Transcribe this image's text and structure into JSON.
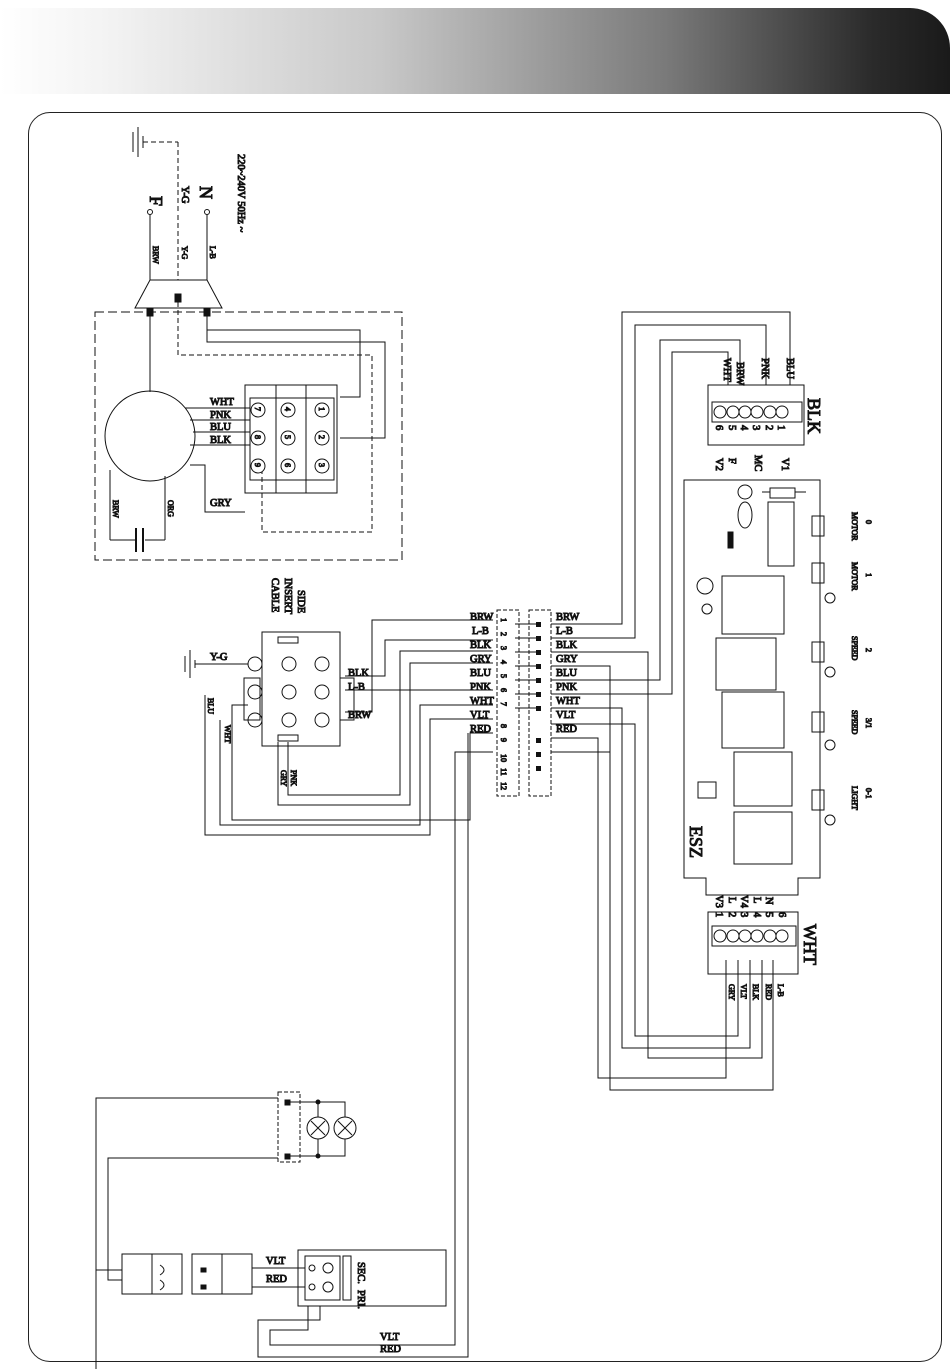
{
  "power": {
    "phase": "F",
    "neutral": "N",
    "earth": "Y-G",
    "voltage": "220~240V 50Hz ~"
  },
  "supply_wires": {
    "brw": "BRW",
    "yg": "Y-G",
    "lb": "L-B"
  },
  "motor": {
    "wires": [
      "WHT",
      "PNK",
      "BLU",
      "BLK"
    ],
    "gry": "GRY",
    "brw": "BRW",
    "org": "ORG",
    "pins": [
      "1",
      "2",
      "3",
      "4",
      "5",
      "6",
      "7",
      "8",
      "9"
    ]
  },
  "side_cable": {
    "title": [
      "SIDE",
      "INSERT",
      "CABLE"
    ],
    "earth": "Y-G",
    "blk": "BLK",
    "lb": "L-B",
    "brw": "BRW",
    "blu": "BLU",
    "wht": "WHT",
    "pnk": "PNK",
    "gry": "GRY"
  },
  "terminal_left": {
    "labels": [
      "BRW",
      "L-B",
      "BLK",
      "GRY",
      "BLU",
      "PNK",
      "WHT",
      "VLT",
      "RED"
    ],
    "numbers": [
      "1",
      "2",
      "3",
      "4",
      "5",
      "6",
      "7",
      "8",
      "9",
      "10",
      "11",
      "12"
    ]
  },
  "terminal_right": {
    "labels": [
      "BRW",
      "L-B",
      "BLK",
      "GRY",
      "BLU",
      "PNK",
      "WHT",
      "VLT",
      "RED"
    ]
  },
  "blk_connector": {
    "title": "BLK",
    "wires": [
      "WHT",
      "BRW",
      "PNK",
      "BLU"
    ],
    "pins": [
      "6",
      "5",
      "4",
      "3",
      "2",
      "1"
    ],
    "signals": [
      "V2",
      "F",
      "MC",
      "V1"
    ]
  },
  "wht_connector": {
    "title": "WHT",
    "wires": [
      "GRY",
      "VLT",
      "BLK",
      "RED",
      "L-B"
    ],
    "pins": [
      "1",
      "2",
      "3",
      "4",
      "5",
      "6"
    ],
    "signals": [
      "V3",
      "L",
      "V4",
      "L",
      "N"
    ]
  },
  "board": {
    "name": "ESZ"
  },
  "buttons": [
    {
      "num": "0",
      "name": "MOTOR"
    },
    {
      "num": "1",
      "name": "MOTOR"
    },
    {
      "num": "2",
      "name": "SPEED"
    },
    {
      "num": "3/1",
      "name": "SPEED"
    },
    {
      "num": "0-1",
      "name": "LIGHT"
    }
  ],
  "transformer": {
    "sec": "SEC.",
    "pri": "PRI.",
    "vlt": "VLT",
    "red": "RED"
  },
  "bottom_wires": {
    "vlt": "VLT",
    "red": "RED"
  }
}
